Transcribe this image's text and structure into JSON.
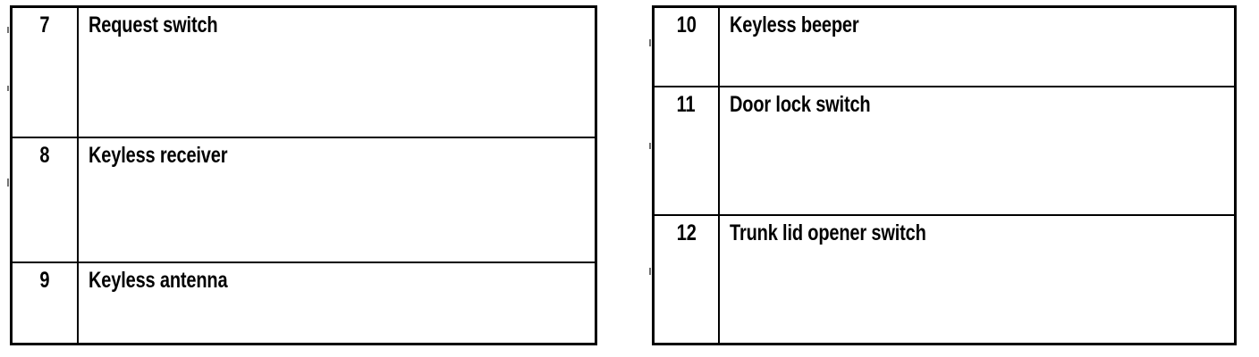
{
  "document": {
    "kind": "component-reference-table",
    "background_color": "#ffffff",
    "ink_color": "#000000"
  },
  "tables": [
    {
      "id": "table-left",
      "name": "component-table-left",
      "rows": [
        {
          "number": "7",
          "description": "Request switch"
        },
        {
          "number": "8",
          "description": "Keyless receiver"
        },
        {
          "number": "9",
          "description": "Keyless antenna"
        }
      ]
    },
    {
      "id": "table-right",
      "name": "component-table-right",
      "rows": [
        {
          "number": "10",
          "description": "Keyless beeper"
        },
        {
          "number": "11",
          "description": "Door lock switch"
        },
        {
          "number": "12",
          "description": "Trunk lid opener switch"
        }
      ]
    }
  ]
}
